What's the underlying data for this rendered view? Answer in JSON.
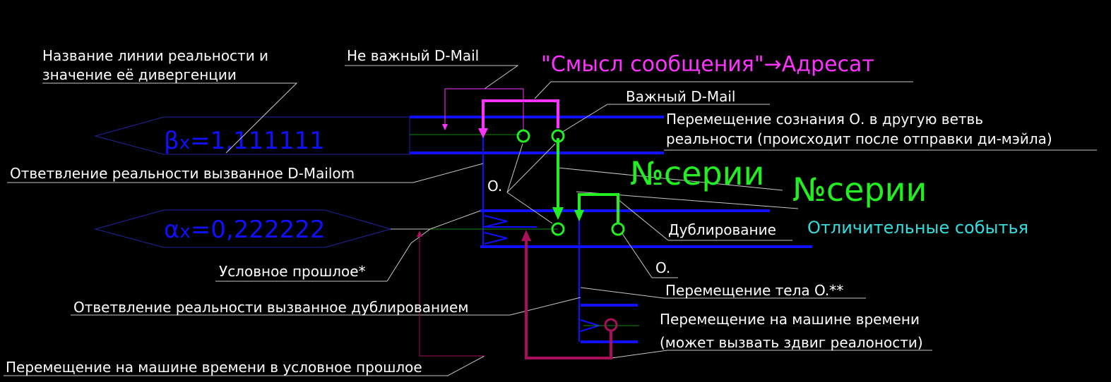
{
  "colors": {
    "background": "#000000",
    "reality_line": "#1010ff",
    "dim_line": "#2222a0",
    "label_text": "#ffffff",
    "leader_line": "#c8c8c8",
    "important_dmail": "#ff33ff",
    "serial_number": "#22ee22",
    "distinct_events": "#33dddd",
    "time_machine": "#a8105a"
  },
  "labels": {
    "worldline_name": [
      "Название линии реальности и",
      "значение её дивергенции"
    ],
    "unimportant_dmail": "Не важный D-Mail",
    "message_meaning": "\"Смысл сообщения\"→Адресат",
    "important_dmail": "Важный D-Mail",
    "consciousness_move": [
      "Перемещение сознания О. в другую ветвь",
      "реальности (происходит после отправки ди-мэйла)"
    ],
    "dmail_branch": "Ответвление реальности вызванное D-Mailom",
    "observer_o_1": "O.",
    "serial_1": "№серии",
    "serial_2": "№серии",
    "duplication": "Дублирование",
    "distinct_events": "Отличительные событья",
    "observer_o_2": "O.",
    "conditional_past": "Условное прошлое*",
    "duplication_branch": "Ответвление реальности вызванное дублированием",
    "body_move": "Перемещение тела O.**",
    "time_machine_move": [
      "Перемещение на машине времени",
      "(может вызвать здвиг реалоности)"
    ],
    "time_machine_past": "Перемещение на машине времени в условное прошлое"
  },
  "worldlines": {
    "beta": {
      "symbol": "β",
      "subscript": "x",
      "value": "=1,111111"
    },
    "alpha": {
      "symbol": "α",
      "subscript": "x",
      "value": "=0,222222"
    }
  }
}
